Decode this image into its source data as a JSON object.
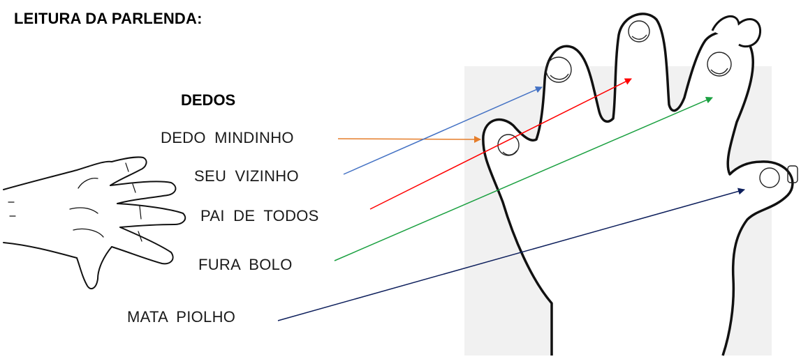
{
  "title": "LEITURA DA PARLENDA:",
  "heading": "DEDOS",
  "fingers": [
    {
      "label": "DEDO MINDINHO",
      "color": "#e57d2a"
    },
    {
      "label": "SEU VIZINHO",
      "color": "#4472c4"
    },
    {
      "label": "PAI DE TODOS",
      "color": "#ff0000"
    },
    {
      "label": "FURA BOLO",
      "color": "#1aa040"
    },
    {
      "label": "MATA PIOLHO",
      "color": "#0d1f5c"
    }
  ]
}
